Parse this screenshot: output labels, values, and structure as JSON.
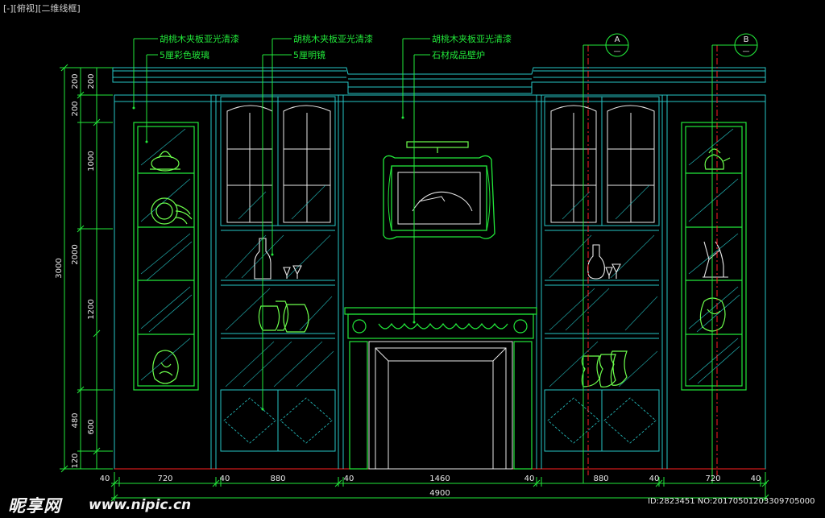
{
  "viewport_label": "[-][俯视][二维线框]",
  "annotations": {
    "a1": "胡桃木夹板亚光清漆",
    "a2": "5厘彩色玻璃",
    "a3": "胡桃木夹板亚光清漆",
    "a4": "5厘明镜",
    "a5": "胡桃木夹板亚光清漆",
    "a6": "石材成品壁炉"
  },
  "section_markers": {
    "a": "A",
    "b": "B",
    "dash": "—"
  },
  "dims_left_outer": {
    "d200": "200",
    "d3000": "3000"
  },
  "dims_left_inner": {
    "d200a": "200",
    "d200b": "200",
    "d1000": "1000",
    "d2000": "2000",
    "d1200": "1200",
    "d480": "480",
    "d600": "600",
    "d120": "120"
  },
  "dims_bottom": {
    "d40a": "40",
    "d720a": "720",
    "d40b": "40",
    "d880a": "880",
    "d40c": "40",
    "d1460": "1460",
    "d40d": "40",
    "d880b": "880",
    "d40e": "40",
    "d720b": "720",
    "d40f": "40",
    "total": "4900"
  },
  "colors": {
    "cyan": "#26c6c6",
    "green": "#22e83a",
    "lime": "#6dff4c",
    "red": "#ff2020",
    "white": "#e8e8e8"
  },
  "watermark": {
    "logo": "昵享网",
    "url": "www.nipic.cn",
    "id": "ID:2823451 NO:20170501203309705000"
  }
}
